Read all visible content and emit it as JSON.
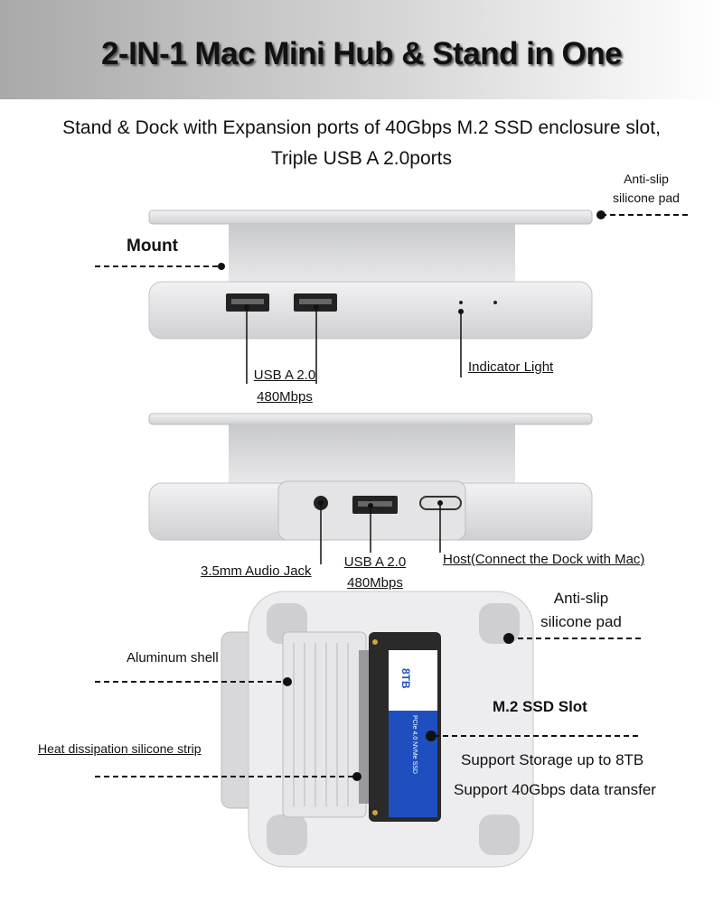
{
  "header": {
    "title": "2-IN-1 Mac Mini Hub & Stand in One"
  },
  "subtitle": {
    "line1": "Stand & Dock with Expansion ports of 40Gbps M.2 SSD enclosure slot,",
    "line2": "Triple USB A 2.0ports"
  },
  "front_view": {
    "anti_slip": {
      "line1": "Anti-slip",
      "line2": "silicone pad"
    },
    "mount": "Mount",
    "usb": {
      "line1": "USB A 2.0",
      "line2": "480Mbps"
    },
    "indicator": "Indicator Light"
  },
  "back_view": {
    "audio": "3.5mm Audio Jack",
    "usb": {
      "line1": "USB A 2.0",
      "line2": "480Mbps"
    },
    "host": "Host(Connect the Dock with Mac)"
  },
  "bottom_view": {
    "anti_slip": {
      "line1": "Anti-slip",
      "line2": "silicone pad"
    },
    "aluminum": "Aluminum shell",
    "heat": "Heat dissipation silicone strip",
    "ssd_slot": "M.2 SSD Slot",
    "storage": "Support Storage up to 8TB",
    "transfer": "Support 40Gbps data transfer",
    "ssd_label": {
      "capacity": "8TB",
      "type": "PCIe 4.0 NVMe SSD"
    }
  }
}
